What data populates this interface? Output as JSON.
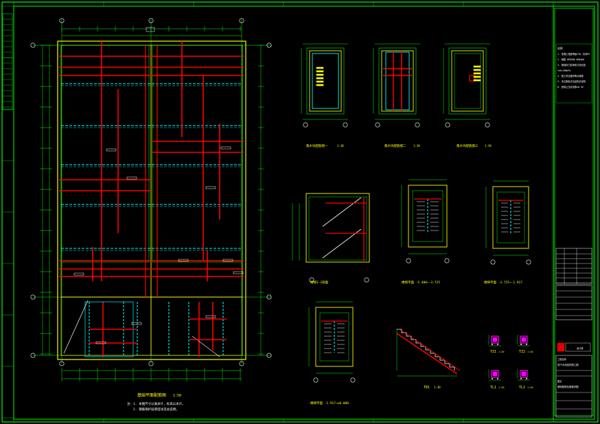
{
  "drawing": {
    "background": "#000000",
    "colors": {
      "frame": "#00ff00",
      "rebar": "#ff0000",
      "wall": "#ffff00",
      "dash": "#00ffff",
      "note": "#ffff00",
      "grid_bubble": "#ffffff",
      "hatch": "#ff00ff",
      "dim": "#00ff00",
      "white": "#ffffff"
    },
    "labels": {
      "plan_main": "基础平面配筋图",
      "scale_main": "1:50",
      "note_line1": "注：1. 本图尺寸以毫米计，标高以米计。",
      "note_line2": "2. 钢筋保护层厚度详见总说明。",
      "pit_section1": "集水坑配筋图一",
      "pit_section2": "集水坑配筋图二",
      "pit_section3": "集水坑配筋图三",
      "scale_pit": "1:30",
      "stair_section": "楼梯2-2剖面",
      "stair_plan1": "楼梯平面 -5.400~-3.725",
      "stair_plan2": "楼梯平面 -3.725~-1.917",
      "stair_plan3": "楼梯平面 -1.917~±0.000",
      "tb1": "TB1",
      "scale_tb": "1:30",
      "tz1": "TZ1",
      "tz2": "TZ2",
      "tl1": "TL1",
      "tl2": "TL2",
      "scale_small": "1:20"
    },
    "title_block": {
      "notes_heading": "说明",
      "notes": [
        "1. 混凝土强度等级C30，抗渗P6",
        "2. 钢筋 HPB300 HRB400",
        "3. 基础持力层承载力特征值",
        "   fak=180kPa",
        "4. 施工时应做好降水措施",
        "5. 未注明处详见结构总说明",
        "6. 回填土压实系数≥0.94"
      ],
      "project_label": "工程名称",
      "project_name": "地下水池结构施工图",
      "drawing_label": "图名",
      "drawing_name": "基础配筋及楼梯详图",
      "logo_text": "设计院"
    }
  }
}
